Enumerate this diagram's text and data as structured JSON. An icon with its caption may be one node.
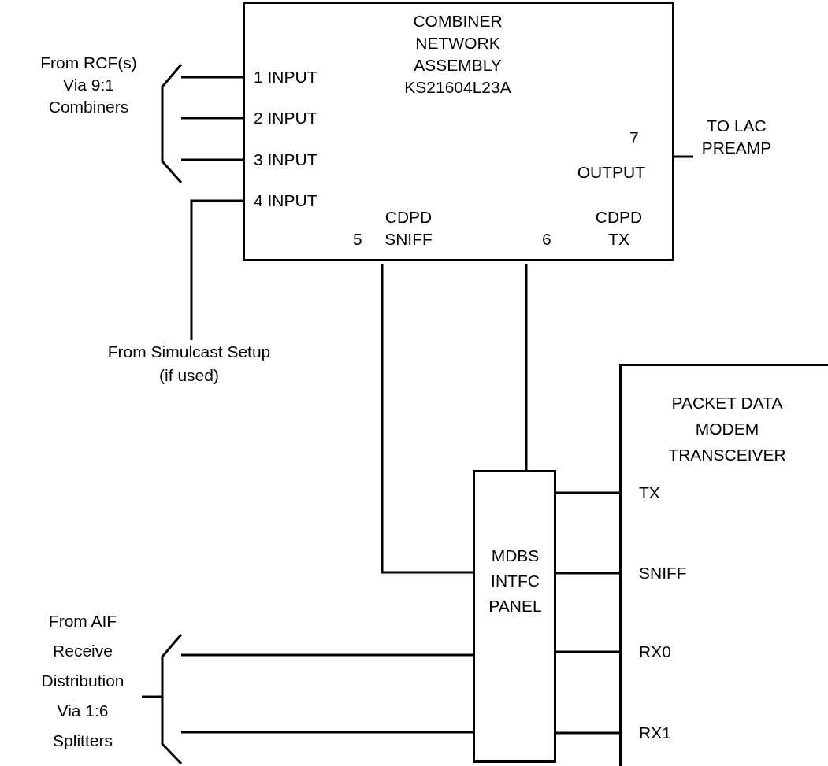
{
  "diagram": {
    "nodes": [
      {
        "text": [
          "COMBINER NETWORK ASSEMBLY KS21604L23A"
        ]
      },
      {
        "text": [
          "1 INPUT"
        ],
        "in": 0
      },
      {
        "text": [
          "2 INPUT"
        ],
        "in": 0
      },
      {
        "text": [
          "3 INPUT"
        ],
        "in": 0
      },
      {
        "text": [
          "4 INPUT"
        ],
        "in": 0
      },
      {
        "text": [
          "5",
          "CDPD SNIFF"
        ],
        "in": 0
      },
      {
        "text": [
          "6",
          "CDPD TX"
        ],
        "in": 0
      },
      {
        "text": [
          "7",
          "OUTPUT"
        ],
        "in": 0
      },
      {
        "text": [
          "From RCF(s) Via 9:1 Combiners"
        ]
      },
      {
        "text": [
          "TO LAC PREAMP"
        ]
      },
      {
        "text": [
          "From Simulcast Setup (if used)"
        ]
      },
      {
        "text": [
          "MDBS INTFC PANEL"
        ]
      },
      {
        "text": [
          "PACKET DATA MODEM TRANSCEIVER"
        ]
      },
      {
        "text": [
          "TX"
        ],
        "in": 12
      },
      {
        "text": [
          "SNIFF"
        ],
        "in": 12
      },
      {
        "text": [
          "RX0"
        ],
        "in": 12
      },
      {
        "text": [
          "RX1"
        ],
        "in": 12
      },
      {
        "text": [
          "From AIF Receive Distribution Via 1:6 Splitters"
        ]
      }
    ],
    "edges": [
      {
        "from": 8,
        "to": 1,
        "arrow": "none"
      },
      {
        "from": 8,
        "to": 2,
        "arrow": "none"
      },
      {
        "from": 8,
        "to": 3,
        "arrow": "none"
      },
      {
        "from": 10,
        "to": 4,
        "arrow": "none"
      },
      {
        "from": 7,
        "to": 9,
        "arrow": "none"
      },
      {
        "from": 5,
        "to": 11,
        "arrow": "none"
      },
      {
        "from": 6,
        "to": 11,
        "arrow": "none"
      },
      {
        "from": 11,
        "to": 13,
        "arrow": "none"
      },
      {
        "from": 11,
        "to": 14,
        "arrow": "none"
      },
      {
        "from": 11,
        "to": 15,
        "arrow": "none"
      },
      {
        "from": 11,
        "to": 16,
        "arrow": "none"
      },
      {
        "from": 17,
        "to": 11,
        "arrow": "none"
      },
      {
        "from": 17,
        "to": 11,
        "arrow": "none"
      }
    ]
  }
}
